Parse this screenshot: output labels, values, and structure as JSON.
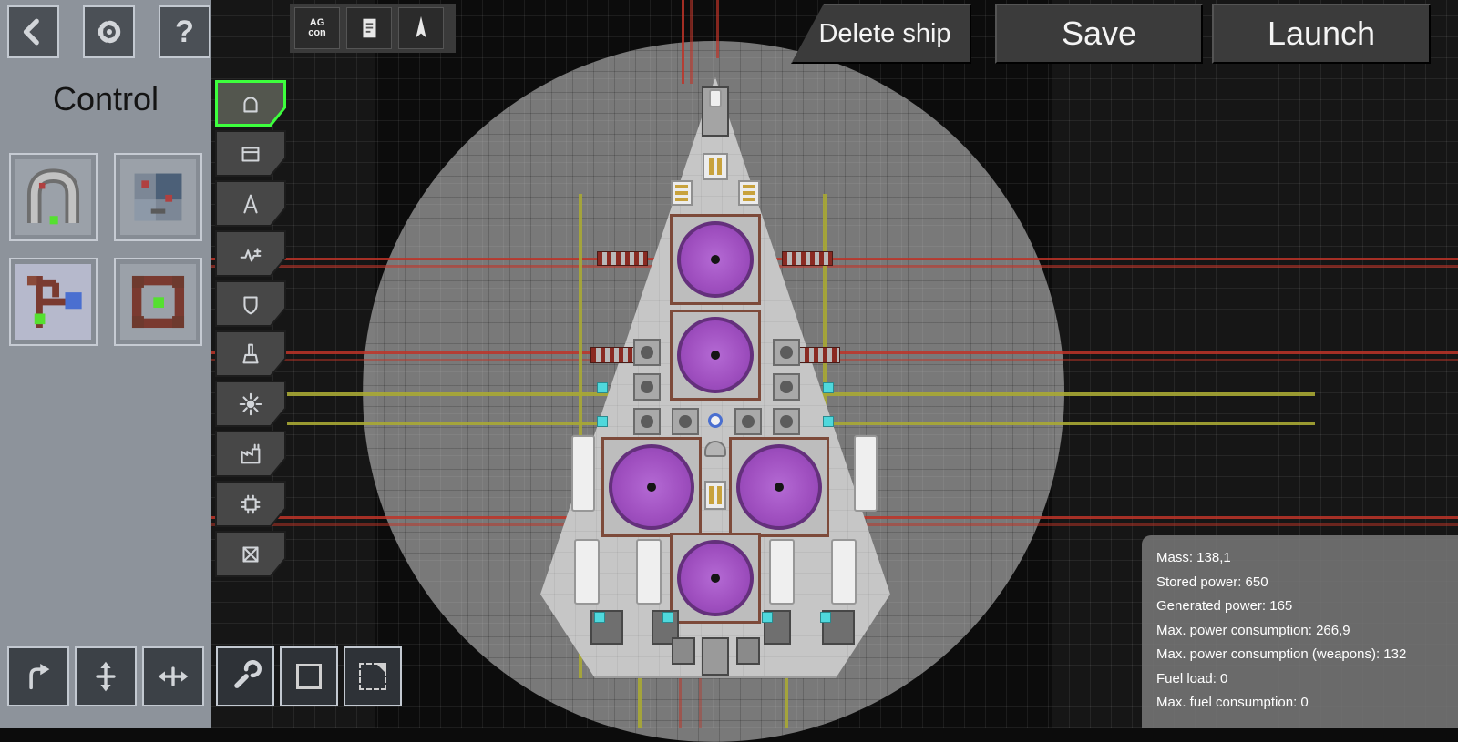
{
  "topbar": {
    "help_label": "?",
    "ag_line1": "AG",
    "ag_line2": "con",
    "delete_ship_label": "Delete ship",
    "save_label": "Save",
    "launch_label": "Launch"
  },
  "sidebar": {
    "title": "Control",
    "parts": [
      {
        "name": "control-part-arch"
      },
      {
        "name": "control-part-module"
      },
      {
        "name": "control-part-circuit"
      },
      {
        "name": "control-part-core"
      }
    ]
  },
  "tools": {
    "items": [
      {
        "name": "cockpit",
        "selected": true
      },
      {
        "name": "storage",
        "selected": false
      },
      {
        "name": "mast",
        "selected": false
      },
      {
        "name": "power-line",
        "selected": false
      },
      {
        "name": "shield",
        "selected": false
      },
      {
        "name": "weapon",
        "selected": false
      },
      {
        "name": "engine",
        "selected": false
      },
      {
        "name": "factory",
        "selected": false
      },
      {
        "name": "electronics",
        "selected": false
      },
      {
        "name": "delete",
        "selected": false
      }
    ]
  },
  "bottom_tools": [
    "rotate",
    "flip-vertical",
    "flip-horizontal",
    "wrench",
    "select-box",
    "copy-paste"
  ],
  "stats": {
    "lines": [
      "Mass: 138,1",
      "Stored power: 650",
      "Generated power: 165",
      "Max. power consumption: 266,9",
      "Max. power consumption (weapons): 132",
      "Fuel load: 0",
      "Max. fuel consumption: 0"
    ]
  },
  "colors": {
    "selected_tool_green": "#3dff3d",
    "reactor_purple": "#a050c0",
    "weapon_range_red": "#be3428",
    "range_yellow": "#a8a834",
    "accent_cyan": "#4fd8dc",
    "sidebar_gray": "#8d939b"
  }
}
